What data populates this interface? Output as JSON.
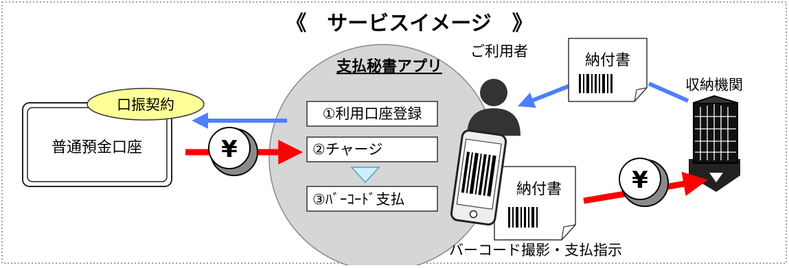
{
  "title": "《　サービスイメージ　》",
  "app": {
    "title": "支払秘書アプリ",
    "steps": [
      "①利用口座登録",
      "②チャージ",
      "③ﾊﾞｰｺｰﾄﾞ支払"
    ]
  },
  "account": {
    "label": "普通預金口座",
    "contract_badge": "口振契約"
  },
  "user": {
    "label": "ご利用者"
  },
  "institution": {
    "label": "収納機関"
  },
  "invoice": {
    "label": "納付書"
  },
  "phone_caption": "バーコード撮影・支払指示",
  "yen_symbol": "¥",
  "colors": {
    "red_arrow": "#ff0000",
    "blue_arrow": "#4d80ff",
    "circle_fill": "#d6d6d6",
    "badge_fill": "#ffff99",
    "triangle_fill": "#ccf0ff"
  }
}
